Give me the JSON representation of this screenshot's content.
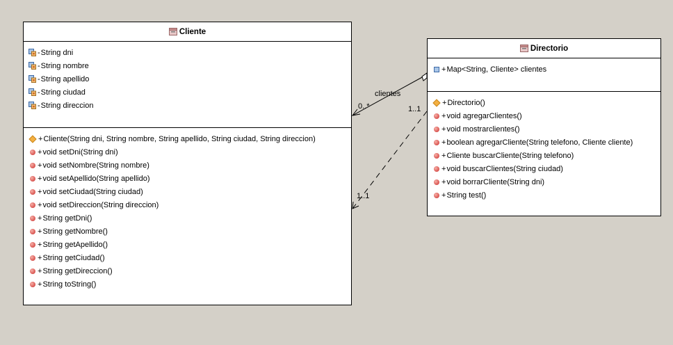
{
  "classes": {
    "cliente": {
      "name": "Cliente",
      "attributes": [
        {
          "vis": "-",
          "text": "String dni"
        },
        {
          "vis": "-",
          "text": "String nombre"
        },
        {
          "vis": "-",
          "text": "String apellido"
        },
        {
          "vis": "-",
          "text": "String ciudad"
        },
        {
          "vis": "-",
          "text": "String direccion"
        }
      ],
      "operations": [
        {
          "vis": "+",
          "kind": "constructor",
          "text": "Cliente(String dni, String nombre, String apellido, String ciudad, String direccion)"
        },
        {
          "vis": "+",
          "kind": "method",
          "text": "void setDni(String dni)"
        },
        {
          "vis": "+",
          "kind": "method",
          "text": "void setNombre(String nombre)"
        },
        {
          "vis": "+",
          "kind": "method",
          "text": "void setApellido(String apellido)"
        },
        {
          "vis": "+",
          "kind": "method",
          "text": "void setCiudad(String ciudad)"
        },
        {
          "vis": "+",
          "kind": "method",
          "text": "void setDireccion(String direccion)"
        },
        {
          "vis": "+",
          "kind": "method",
          "text": "String getDni()"
        },
        {
          "vis": "+",
          "kind": "method",
          "text": "String getNombre()"
        },
        {
          "vis": "+",
          "kind": "method",
          "text": "String getApellido()"
        },
        {
          "vis": "+",
          "kind": "method",
          "text": "String getCiudad()"
        },
        {
          "vis": "+",
          "kind": "method",
          "text": "String getDireccion()"
        },
        {
          "vis": "+",
          "kind": "method",
          "text": "String toString()"
        }
      ]
    },
    "directorio": {
      "name": "Directorio",
      "attributes": [
        {
          "vis": "+",
          "text": "Map<String, Cliente> clientes"
        }
      ],
      "operations": [
        {
          "vis": "+",
          "kind": "constructor",
          "text": "Directorio()"
        },
        {
          "vis": "+",
          "kind": "method",
          "text": "void agregarClientes()"
        },
        {
          "vis": "+",
          "kind": "method",
          "text": "void mostrarclientes()"
        },
        {
          "vis": "+",
          "kind": "method",
          "text": "boolean agregarCliente(String telefono, Cliente cliente)"
        },
        {
          "vis": "+",
          "kind": "method",
          "text": "Cliente buscarCliente(String telefono)"
        },
        {
          "vis": "+",
          "kind": "method",
          "text": "void buscarClientes(String ciudad)"
        },
        {
          "vis": "+",
          "kind": "method",
          "text": "void borrarCliente(String dni)"
        },
        {
          "vis": "+",
          "kind": "method",
          "text": "String test()"
        }
      ]
    }
  },
  "associations": {
    "aggregation": {
      "role": "clientes",
      "multiplicity": "0..*"
    },
    "dependency": {
      "source_multiplicity": "1..1",
      "target_multiplicity": "1..1"
    }
  },
  "colors": {
    "background": "#d4d0c8",
    "method_icon": "#d9534f",
    "constructor_icon": "#f4b042",
    "field_icon": "#a9c6e8"
  },
  "icons": {
    "class": "class-icon",
    "private_field": "private-field-icon",
    "public_field": "public-field-icon",
    "method": "method-icon",
    "constructor": "constructor-icon"
  }
}
